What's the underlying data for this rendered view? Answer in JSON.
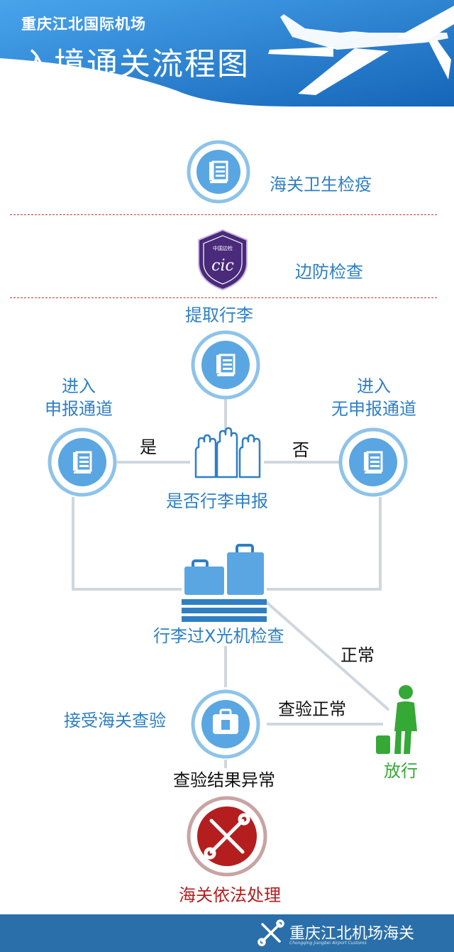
{
  "header": {
    "subtitle": "重庆江北国际机场",
    "title": "入境通关流程图"
  },
  "steps": {
    "quarantine": "海关卫生检疫",
    "border": "边防检查",
    "baggage_pickup": "提取行李",
    "declare_channel": "进入\n申报通道",
    "nothing_channel": "进入\n无申报通道",
    "decision": "是否行李申报",
    "yes": "是",
    "no": "否",
    "xray": "行李过X光机检查",
    "normal": "正常",
    "inspection": "接受海关查验",
    "inspection_normal": "查验正常",
    "release": "放行",
    "abnormal": "查验结果异常",
    "legal": "海关依法处理"
  },
  "seal": {
    "text": "中国边检",
    "mark": "cic"
  },
  "footer": {
    "name": "重庆江北机场海关",
    "english": "Chongqing Jiangbei Airport Customs"
  },
  "colors": {
    "primary_blue": "#2e7fc4",
    "header_blue": "#1f7fd0",
    "release_green": "#35a836",
    "legal_red": "#b51e1e",
    "divider_red": "#c0392b",
    "border_seal_purple": "#4a2a7a",
    "footer_blue": "#2a6fa9"
  }
}
